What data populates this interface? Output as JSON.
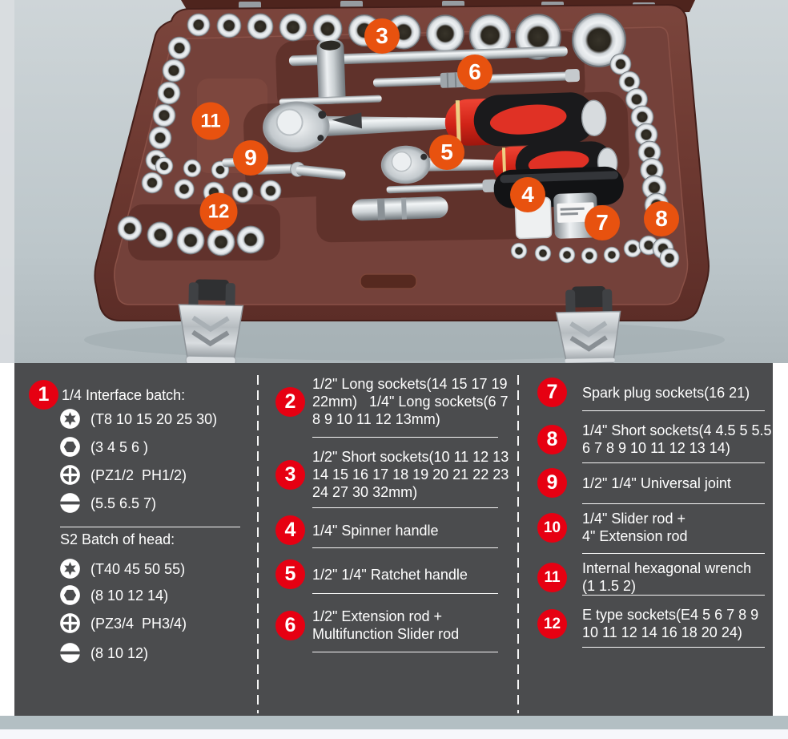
{
  "colors": {
    "marker_orange": "#e8520f",
    "badge_red": "#e60012",
    "panel_gray": "#4b4c4e",
    "case_maroon": "#6e3a32",
    "bottom_bar": "#b3bfc3"
  },
  "photo": {
    "description": "socket tool set in maroon blow-molded case",
    "markers": [
      {
        "label": "3"
      },
      {
        "label": "6"
      },
      {
        "label": "11"
      },
      {
        "label": "9"
      },
      {
        "label": "5"
      },
      {
        "label": "4"
      },
      {
        "label": "12"
      },
      {
        "label": "7"
      },
      {
        "label": "8"
      }
    ]
  },
  "legend": {
    "col1": {
      "group1": {
        "num": "1",
        "title": "1/4 Interface batch:",
        "rows": [
          {
            "icon": "torx-bit-icon",
            "text": "(T8 10 15 20 25 30)"
          },
          {
            "icon": "hex-bit-icon",
            "text": "(3 4 5 6 )"
          },
          {
            "icon": "phillips-bit-icon",
            "text": "(PZ1/2  PH1/2)"
          },
          {
            "icon": "slotted-bit-icon",
            "text": "(5.5 6.5 7)"
          }
        ]
      },
      "group2": {
        "title": "S2 Batch of head:",
        "rows": [
          {
            "icon": "torx-bit-icon",
            "text": "(T40 45 50 55)"
          },
          {
            "icon": "hex-bit-icon",
            "text": "(8 10 12 14)"
          },
          {
            "icon": "phillips-bit-icon",
            "text": "(PZ3/4  PH3/4)"
          },
          {
            "icon": "slotted-bit-icon",
            "text": "(8 10 12)"
          }
        ]
      }
    },
    "col2": {
      "items": [
        {
          "num": "2",
          "lines": [
            "1/2\" Long sockets(14 15 17 19",
            "22mm)   1/4\" Long sockets(6 7",
            "8 9 10 11 12 13mm)"
          ]
        },
        {
          "num": "3",
          "lines": [
            "1/2\" Short sockets(10 11 12 13",
            "14 15 16 17 18 19 20 21 22 23",
            "24 27 30 32mm)"
          ]
        },
        {
          "num": "4",
          "lines": [
            "1/4\" Spinner handle"
          ]
        },
        {
          "num": "5",
          "lines": [
            "1/2\" 1/4\" Ratchet handle"
          ]
        },
        {
          "num": "6",
          "lines": [
            "1/2\" Extension rod +",
            "Multifunction Slider rod"
          ]
        }
      ]
    },
    "col3": {
      "items": [
        {
          "num": "7",
          "lines": [
            "Spark plug sockets(16 21)"
          ]
        },
        {
          "num": "8",
          "lines": [
            "1/4\" Short sockets(4 4.5 5 5.5",
            "6 7 8 9 10 11 12 13 14)"
          ]
        },
        {
          "num": "9",
          "lines": [
            "1/2\" 1/4\" Universal joint"
          ]
        },
        {
          "num": "10",
          "lines": [
            "1/4\" Slider rod +",
            "4\" Extension rod"
          ]
        },
        {
          "num": "11",
          "lines": [
            "Internal hexagonal wrench",
            "(1 1.5 2)"
          ]
        },
        {
          "num": "12",
          "lines": [
            "E type sockets(E4 5 6 7 8 9",
            "10 11 12 14 16 18 20 24)"
          ]
        }
      ]
    }
  }
}
